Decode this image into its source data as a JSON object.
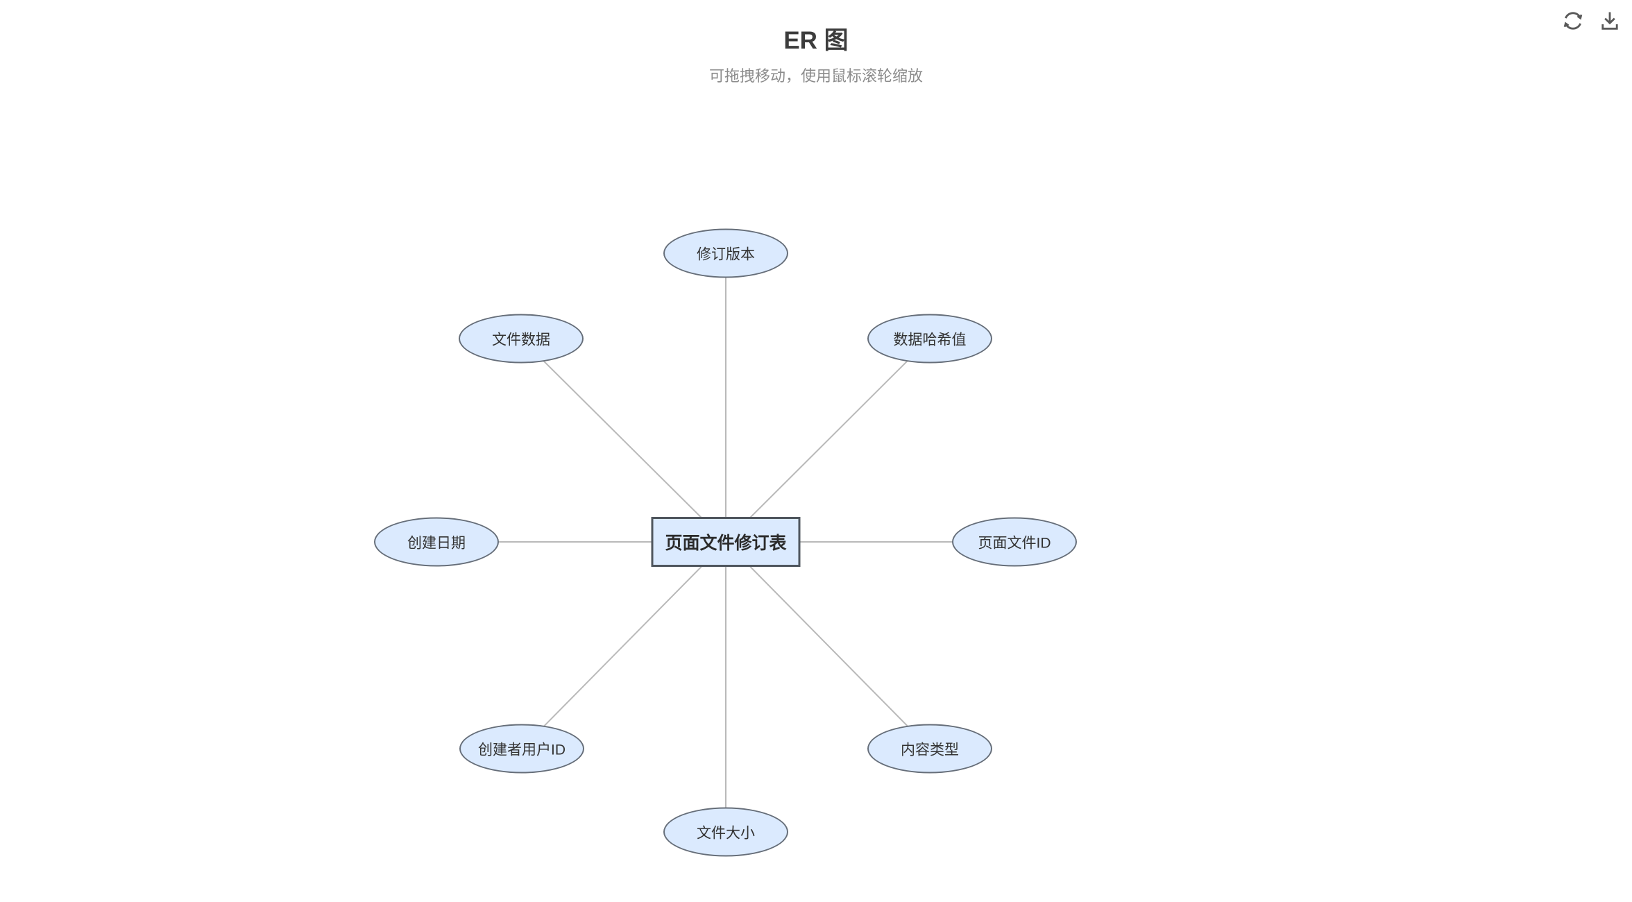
{
  "page": {
    "title": "ER 图",
    "subtitle": "可拖拽移动，使用鼠标滚轮缩放"
  },
  "toolbar": {
    "icons": [
      "refresh-icon",
      "download-icon"
    ]
  },
  "colors": {
    "node_fill": "#dbeafe",
    "node_border": "#666e79",
    "entity_border": "#4f565e",
    "edge": "#b9b9b9",
    "title_text": "#3c3c3c",
    "subtitle_text": "#8c8c8c",
    "label_text": "#333333",
    "icon": "#595959"
  },
  "diagram": {
    "type": "er-diagram",
    "entity": {
      "label": "页面文件修订表"
    },
    "attributes": [
      {
        "label": "修订版本",
        "position": "top"
      },
      {
        "label": "数据哈希值",
        "position": "top-right"
      },
      {
        "label": "页面文件ID",
        "position": "right"
      },
      {
        "label": "内容类型",
        "position": "bottom-right"
      },
      {
        "label": "文件大小",
        "position": "bottom"
      },
      {
        "label": "创建者用户ID",
        "position": "bottom-left"
      },
      {
        "label": "创建日期",
        "position": "left"
      },
      {
        "label": "文件数据",
        "position": "top-left"
      }
    ]
  }
}
